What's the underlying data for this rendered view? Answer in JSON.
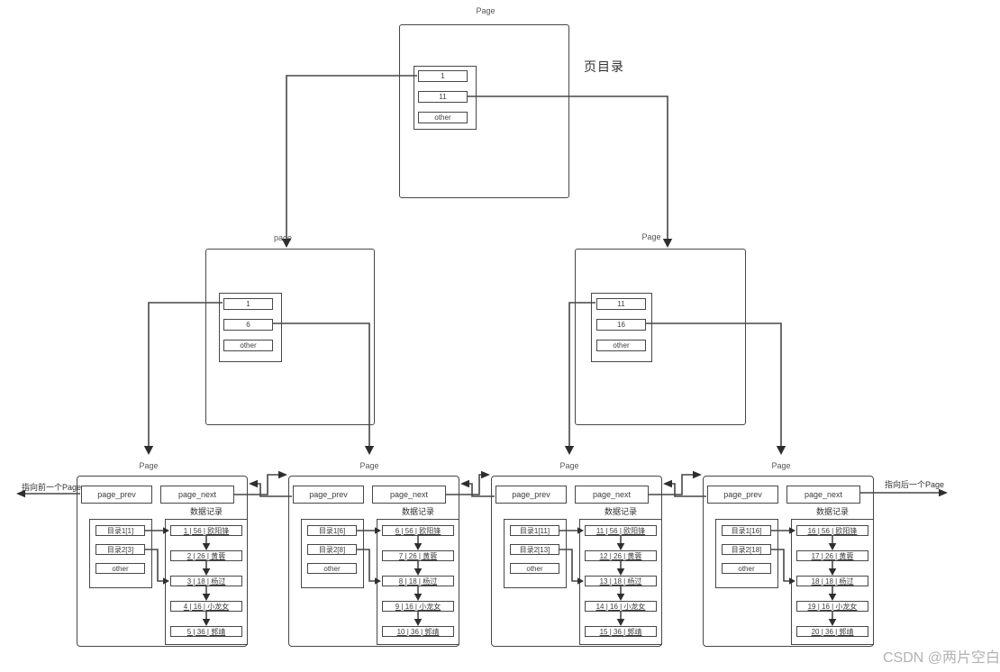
{
  "diagram": {
    "top_page": {
      "label": "Page",
      "entries": [
        "1",
        "11",
        "other"
      ]
    },
    "page_directory_label": "页目录",
    "mid_pages": [
      {
        "label": "page",
        "entries": [
          "1",
          "6",
          "other"
        ]
      },
      {
        "label": "Page",
        "entries": [
          "11",
          "16",
          "other"
        ]
      }
    ],
    "leaf_pages": [
      {
        "label": "Page",
        "page_prev": "page_prev",
        "page_next": "page_next",
        "records_title": "数据记录",
        "dirs": [
          "目录1[1]",
          "目录2[3]",
          "other"
        ],
        "records": [
          "1 | 56 | 欧阳锋",
          "2 | 26 | 黄蓉",
          "3 | 18 | 杨过",
          "4 | 16 | 小龙女",
          "5 | 36 | 郭靖"
        ]
      },
      {
        "label": "Page",
        "page_prev": "page_prev",
        "page_next": "page_next",
        "records_title": "数据记录",
        "dirs": [
          "目录1[6]",
          "目录2[8]",
          "other"
        ],
        "records": [
          "6 | 56 | 欧阳锋",
          "7 | 26 | 黄蓉",
          "8 | 18 | 杨过",
          "9 | 16 | 小龙女",
          "10 | 36 | 郭靖"
        ]
      },
      {
        "label": "Page",
        "page_prev": "page_prev",
        "page_next": "page_next",
        "records_title": "数据记录",
        "dirs": [
          "目录1[11]",
          "目录2[13]",
          "other"
        ],
        "records": [
          "11 | 56 | 欧阳锋",
          "12 | 26 | 黄蓉",
          "13 | 18 | 杨过",
          "14 | 16 | 小龙女",
          "15 | 36 | 郭靖"
        ]
      },
      {
        "label": "Page",
        "page_prev": "page_prev",
        "page_next": "page_next",
        "records_title": "数据记录",
        "dirs": [
          "目录1[16]",
          "目录2[18]",
          "other"
        ],
        "records": [
          "16 | 56 | 欧阳锋",
          "17 | 26 | 黄蓉",
          "18 | 18 | 杨过",
          "19 | 16 | 小龙女",
          "20 | 36 | 郭靖"
        ]
      }
    ],
    "prev_pointer_label": "指向前一个Page",
    "next_pointer_label": "指向后一个Page",
    "watermark": "CSDN @两片空白"
  }
}
